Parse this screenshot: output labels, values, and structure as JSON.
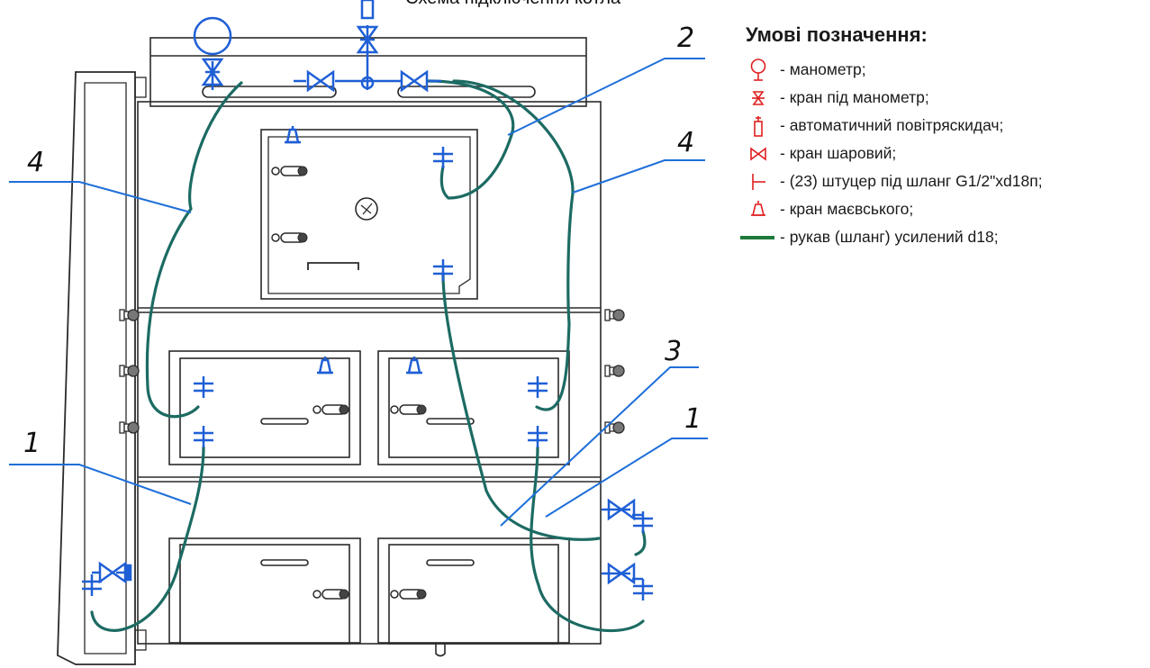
{
  "top_caption": "Схема підключення котла",
  "legend": {
    "title": "Умові позначення:",
    "items": [
      {
        "icon": "manometer-icon",
        "text": "- манометр;"
      },
      {
        "icon": "manometer-valve-icon",
        "text": "- кран під манометр;"
      },
      {
        "icon": "air-vent-icon",
        "text": "- автоматичний повітряскидач;"
      },
      {
        "icon": "ball-valve-icon",
        "text": "- кран шаровий;"
      },
      {
        "icon": "hose-fitting-icon",
        "text": "- (23) штуцер під шланг G1/2\"xd18п;"
      },
      {
        "icon": "mayevsky-valve-icon",
        "text": "- кран маєвського;"
      },
      {
        "icon": "hose-line-icon",
        "text": "- рукав (шланг) усилений d18;"
      }
    ]
  },
  "callouts": [
    "4",
    "2",
    "4",
    "3",
    "1",
    "1"
  ],
  "colors": {
    "structure": "#2a2a2a",
    "pipe_blue": "#1f5fd6",
    "hose_green": "#1c6b63",
    "legend_red": "#e01f1f",
    "legend_green": "#1e7a3a"
  }
}
